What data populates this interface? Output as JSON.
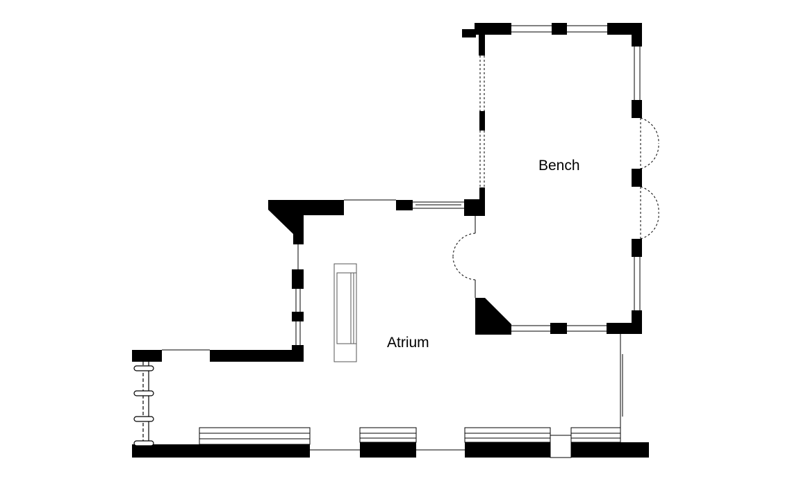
{
  "floorplan": {
    "rooms": [
      {
        "id": "bench",
        "label": "Bench"
      },
      {
        "id": "atrium",
        "label": "Atrium"
      }
    ],
    "colors": {
      "wall": "#000000",
      "line": "#000000",
      "background": "#ffffff"
    }
  }
}
